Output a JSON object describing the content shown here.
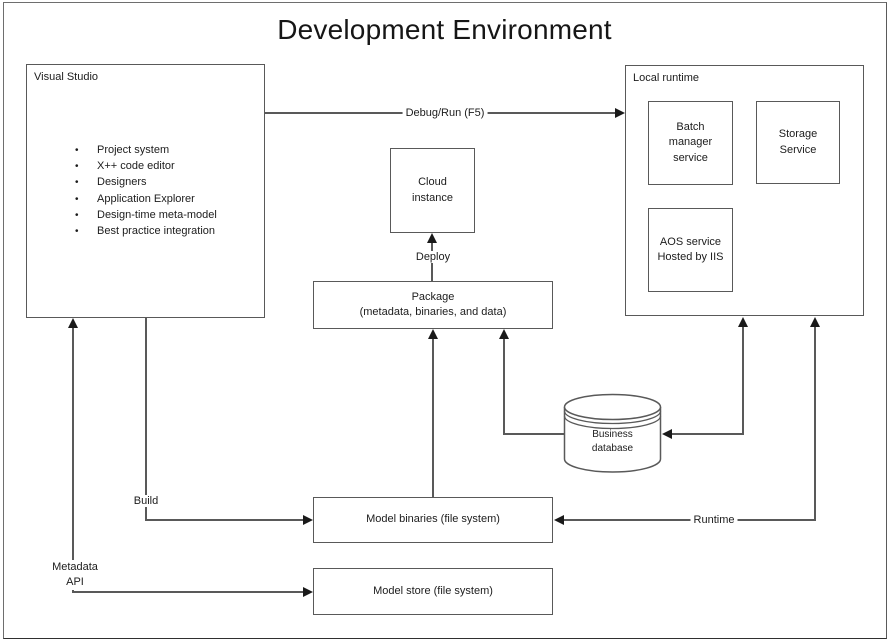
{
  "title": "Development Environment",
  "ui": {
    "bullet": "•"
  },
  "colors": {
    "line": "#595959",
    "arrow": "#1a1a1a",
    "text": "#1c1c1c",
    "background": "#ffffff"
  },
  "nodes": {
    "visual_studio": {
      "label": "Visual Studio",
      "items": [
        "Project system",
        "X++ code editor",
        "Designers",
        "Application Explorer",
        "Design-time meta-model",
        "Best practice integration"
      ]
    },
    "local_runtime": {
      "label": "Local runtime"
    },
    "batch_manager": {
      "lines": [
        "Batch",
        "manager",
        "service"
      ]
    },
    "storage_service": {
      "lines": [
        "Storage",
        "Service"
      ]
    },
    "aos_service": {
      "lines": [
        "AOS service",
        "Hosted by IIS"
      ]
    },
    "cloud_instance": {
      "lines": [
        "Cloud",
        "instance"
      ]
    },
    "package": {
      "lines": [
        "Package",
        "(metadata, binaries, and data)"
      ]
    },
    "business_database": {
      "lines": [
        "Business",
        "database"
      ]
    },
    "model_binaries": {
      "label": "Model binaries (file system)"
    },
    "model_store": {
      "label": "Model store (file system)"
    }
  },
  "edges": {
    "debug_run": {
      "label": "Debug/Run (F5)"
    },
    "deploy": {
      "label": "Deploy"
    },
    "build": {
      "label": "Build"
    },
    "metadata_api": {
      "lines": [
        "Metadata",
        "API"
      ]
    },
    "runtime": {
      "label": "Runtime"
    }
  }
}
